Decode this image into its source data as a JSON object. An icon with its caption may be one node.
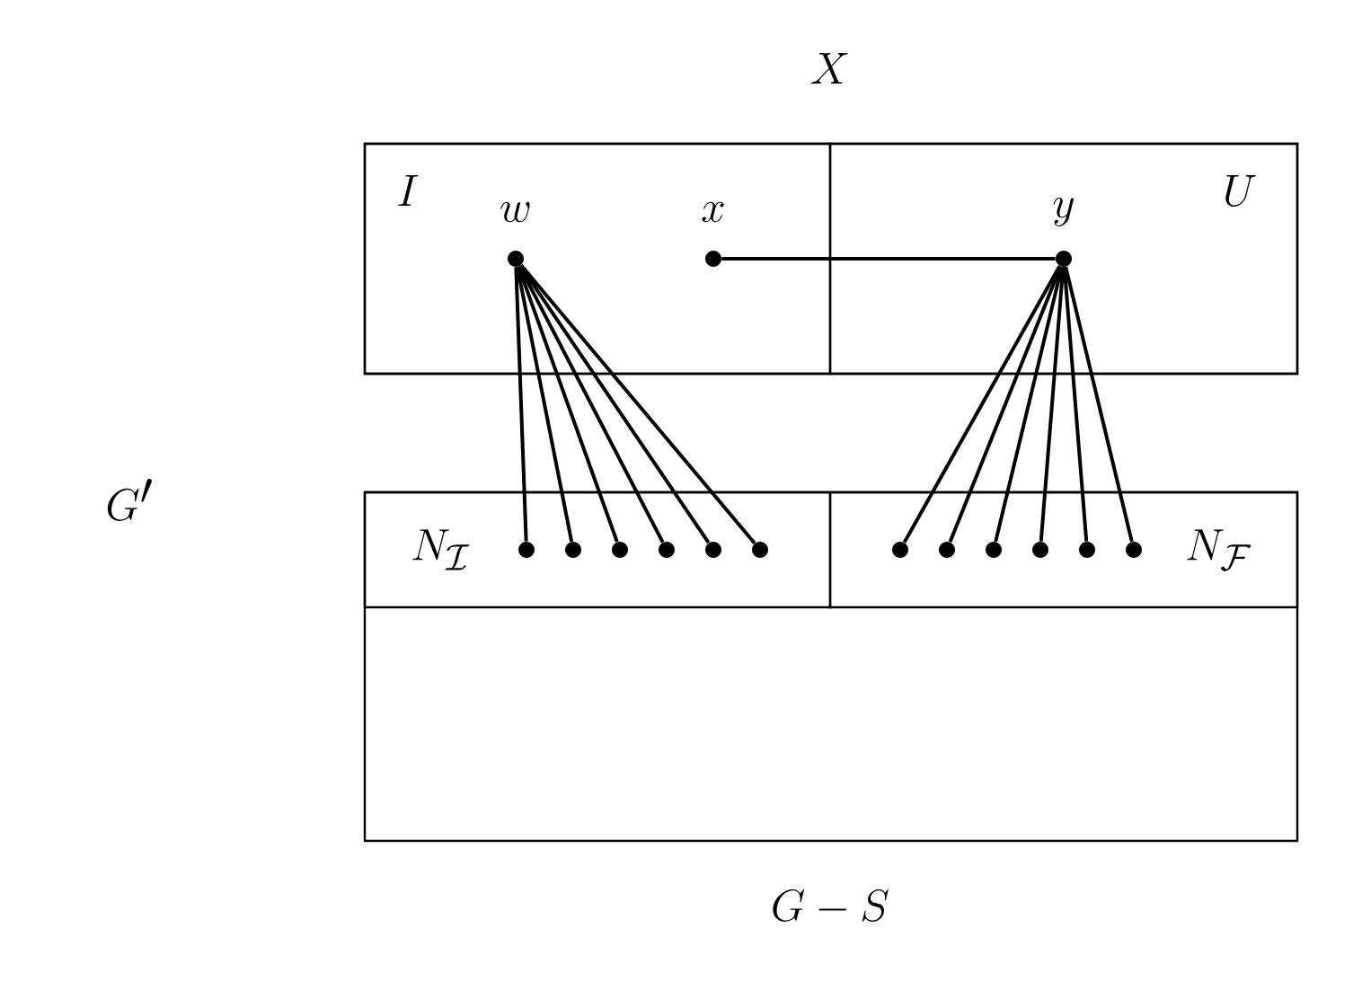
{
  "diagram": {
    "nodes": [
      {
        "text": [
          "X"
        ]
      },
      {
        "text": [
          "I"
        ],
        "in": 0
      },
      {
        "text": [
          "U"
        ],
        "in": 0
      },
      {
        "text": [
          "G - S"
        ]
      },
      {
        "text": [
          "N_{\\mathcal{I}}"
        ],
        "in": 3
      },
      {
        "text": [
          "N_{\\mathcal{F}}"
        ],
        "in": 3
      },
      {
        "text": [],
        "shape": "circle",
        "beside": [
          "w"
        ],
        "in": 1
      },
      {
        "text": [],
        "shape": "circle",
        "beside": [
          "x"
        ],
        "in": 1
      },
      {
        "text": [],
        "shape": "circle",
        "beside": [
          "y"
        ],
        "in": 2
      },
      {
        "text": [],
        "shape": "circle",
        "in": 4
      },
      {
        "text": [],
        "shape": "circle",
        "in": 4
      },
      {
        "text": [],
        "shape": "circle",
        "in": 4
      },
      {
        "text": [],
        "shape": "circle",
        "in": 4
      },
      {
        "text": [],
        "shape": "circle",
        "in": 4
      },
      {
        "text": [],
        "shape": "circle",
        "in": 4
      },
      {
        "text": [],
        "shape": "circle",
        "in": 5
      },
      {
        "text": [],
        "shape": "circle",
        "in": 5
      },
      {
        "text": [],
        "shape": "circle",
        "in": 5
      },
      {
        "text": [],
        "shape": "circle",
        "in": 5
      },
      {
        "text": [],
        "shape": "circle",
        "in": 5
      },
      {
        "text": [],
        "shape": "circle",
        "in": 5
      }
    ],
    "edges": [
      {
        "from": 7,
        "to": 8,
        "arrow": "none"
      },
      {
        "from": 6,
        "to": 9,
        "arrow": "none"
      },
      {
        "from": 6,
        "to": 10,
        "arrow": "none"
      },
      {
        "from": 6,
        "to": 11,
        "arrow": "none"
      },
      {
        "from": 6,
        "to": 12,
        "arrow": "none"
      },
      {
        "from": 6,
        "to": 13,
        "arrow": "none"
      },
      {
        "from": 6,
        "to": 14,
        "arrow": "none"
      },
      {
        "from": 8,
        "to": 15,
        "arrow": "none"
      },
      {
        "from": 8,
        "to": 16,
        "arrow": "none"
      },
      {
        "from": 8,
        "to": 17,
        "arrow": "none"
      },
      {
        "from": 8,
        "to": 18,
        "arrow": "none"
      },
      {
        "from": 8,
        "to": 19,
        "arrow": "none"
      },
      {
        "from": 8,
        "to": 20,
        "arrow": "none"
      }
    ],
    "labels": [
      "G'"
    ]
  }
}
